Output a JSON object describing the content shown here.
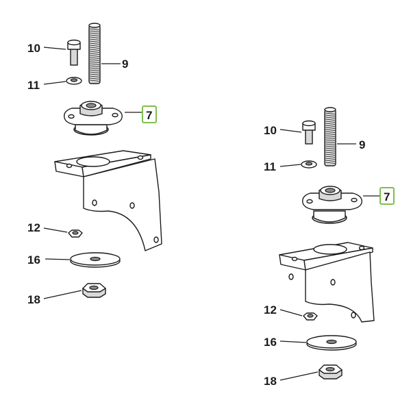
{
  "left_assembly": {
    "callouts": {
      "bolt": "10",
      "stud": "9",
      "washer_small": "11",
      "mount": "7",
      "nut_small": "12",
      "washer_large": "16",
      "nut_large": "18"
    }
  },
  "right_assembly": {
    "callouts": {
      "bolt": "10",
      "stud": "9",
      "washer_small": "11",
      "mount": "7",
      "nut_small": "12",
      "washer_large": "16",
      "nut_large": "18"
    }
  },
  "colors": {
    "line": "#1a1a1a",
    "highlight": "#7cc04b",
    "metal": "#d9d9d9"
  }
}
